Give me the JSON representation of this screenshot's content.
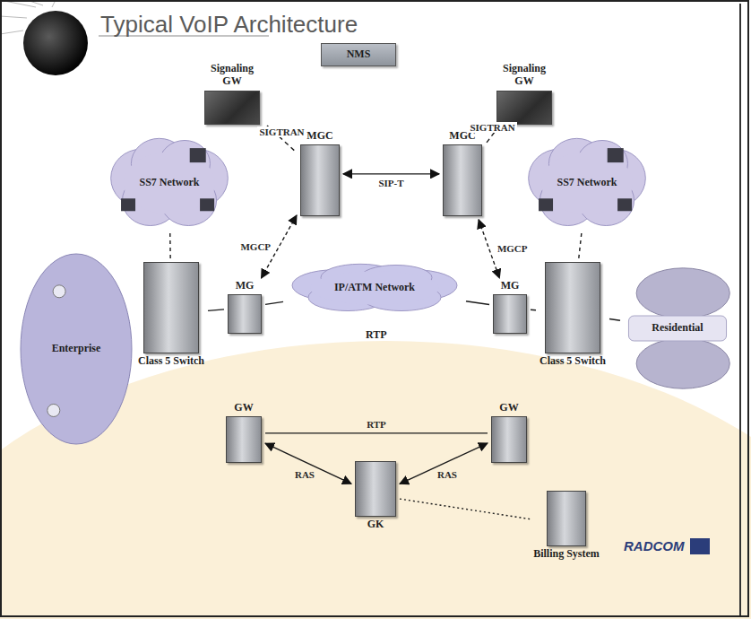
{
  "diagram": {
    "title": "Typical VoIP Architecture",
    "nodes": [
      {
        "text": [
          "NMS"
        ]
      },
      {
        "text": [
          "Signaling GW"
        ]
      },
      {
        "text": [
          "Signaling GW"
        ]
      },
      {
        "text": [
          "SS7 Network"
        ]
      },
      {
        "text": [
          "MGC"
        ]
      },
      {
        "text": [
          "MGC"
        ]
      },
      {
        "text": [
          "SS7 Network"
        ]
      },
      {
        "text": [
          "Enterprise"
        ]
      },
      {
        "text": [
          "Class 5 Switch"
        ]
      },
      {
        "text": [
          "MG"
        ]
      },
      {
        "text": [
          "IP/ATM Network"
        ]
      },
      {
        "text": [
          "MG"
        ]
      },
      {
        "text": [
          "Class 5 Switch"
        ]
      },
      {
        "text": [
          "Residential"
        ]
      },
      {
        "text": [
          "GW"
        ]
      },
      {
        "text": [
          "GW"
        ]
      },
      {
        "text": [
          "GK"
        ]
      },
      {
        "text": [
          "Billing System"
        ]
      }
    ],
    "edges": [
      {
        "from": 1,
        "to": 4,
        "label": "SIGTRAN",
        "arrow": "none"
      },
      {
        "from": 2,
        "to": 5,
        "label": "SIGTRAN",
        "arrow": "none"
      },
      {
        "from": 4,
        "to": 5,
        "label": "SIP-T",
        "arrow": "both"
      },
      {
        "from": 4,
        "to": 9,
        "label": "MGCP",
        "arrow": "both"
      },
      {
        "from": 5,
        "to": 11,
        "label": "MGCP",
        "arrow": "both"
      },
      {
        "from": 3,
        "to": 8,
        "arrow": "none"
      },
      {
        "from": 6,
        "to": 12,
        "arrow": "none"
      },
      {
        "from": 7,
        "to": 8,
        "arrow": "none"
      },
      {
        "from": 12,
        "to": 13,
        "arrow": "none"
      },
      {
        "from": 8,
        "to": 9,
        "arrow": "none"
      },
      {
        "from": 11,
        "to": 12,
        "arrow": "none"
      },
      {
        "from": 9,
        "to": 10,
        "arrow": "none"
      },
      {
        "from": 10,
        "to": 11,
        "arrow": "none"
      },
      {
        "from": 14,
        "to": 15,
        "label": "RTP",
        "arrow": "none"
      },
      {
        "from": 14,
        "to": 16,
        "label": "RAS",
        "arrow": "both"
      },
      {
        "from": 15,
        "to": 16,
        "label": "RAS",
        "arrow": "both"
      },
      {
        "from": 16,
        "to": 17,
        "arrow": "none"
      }
    ],
    "labels": [
      "RTP",
      "RADCOM"
    ]
  }
}
